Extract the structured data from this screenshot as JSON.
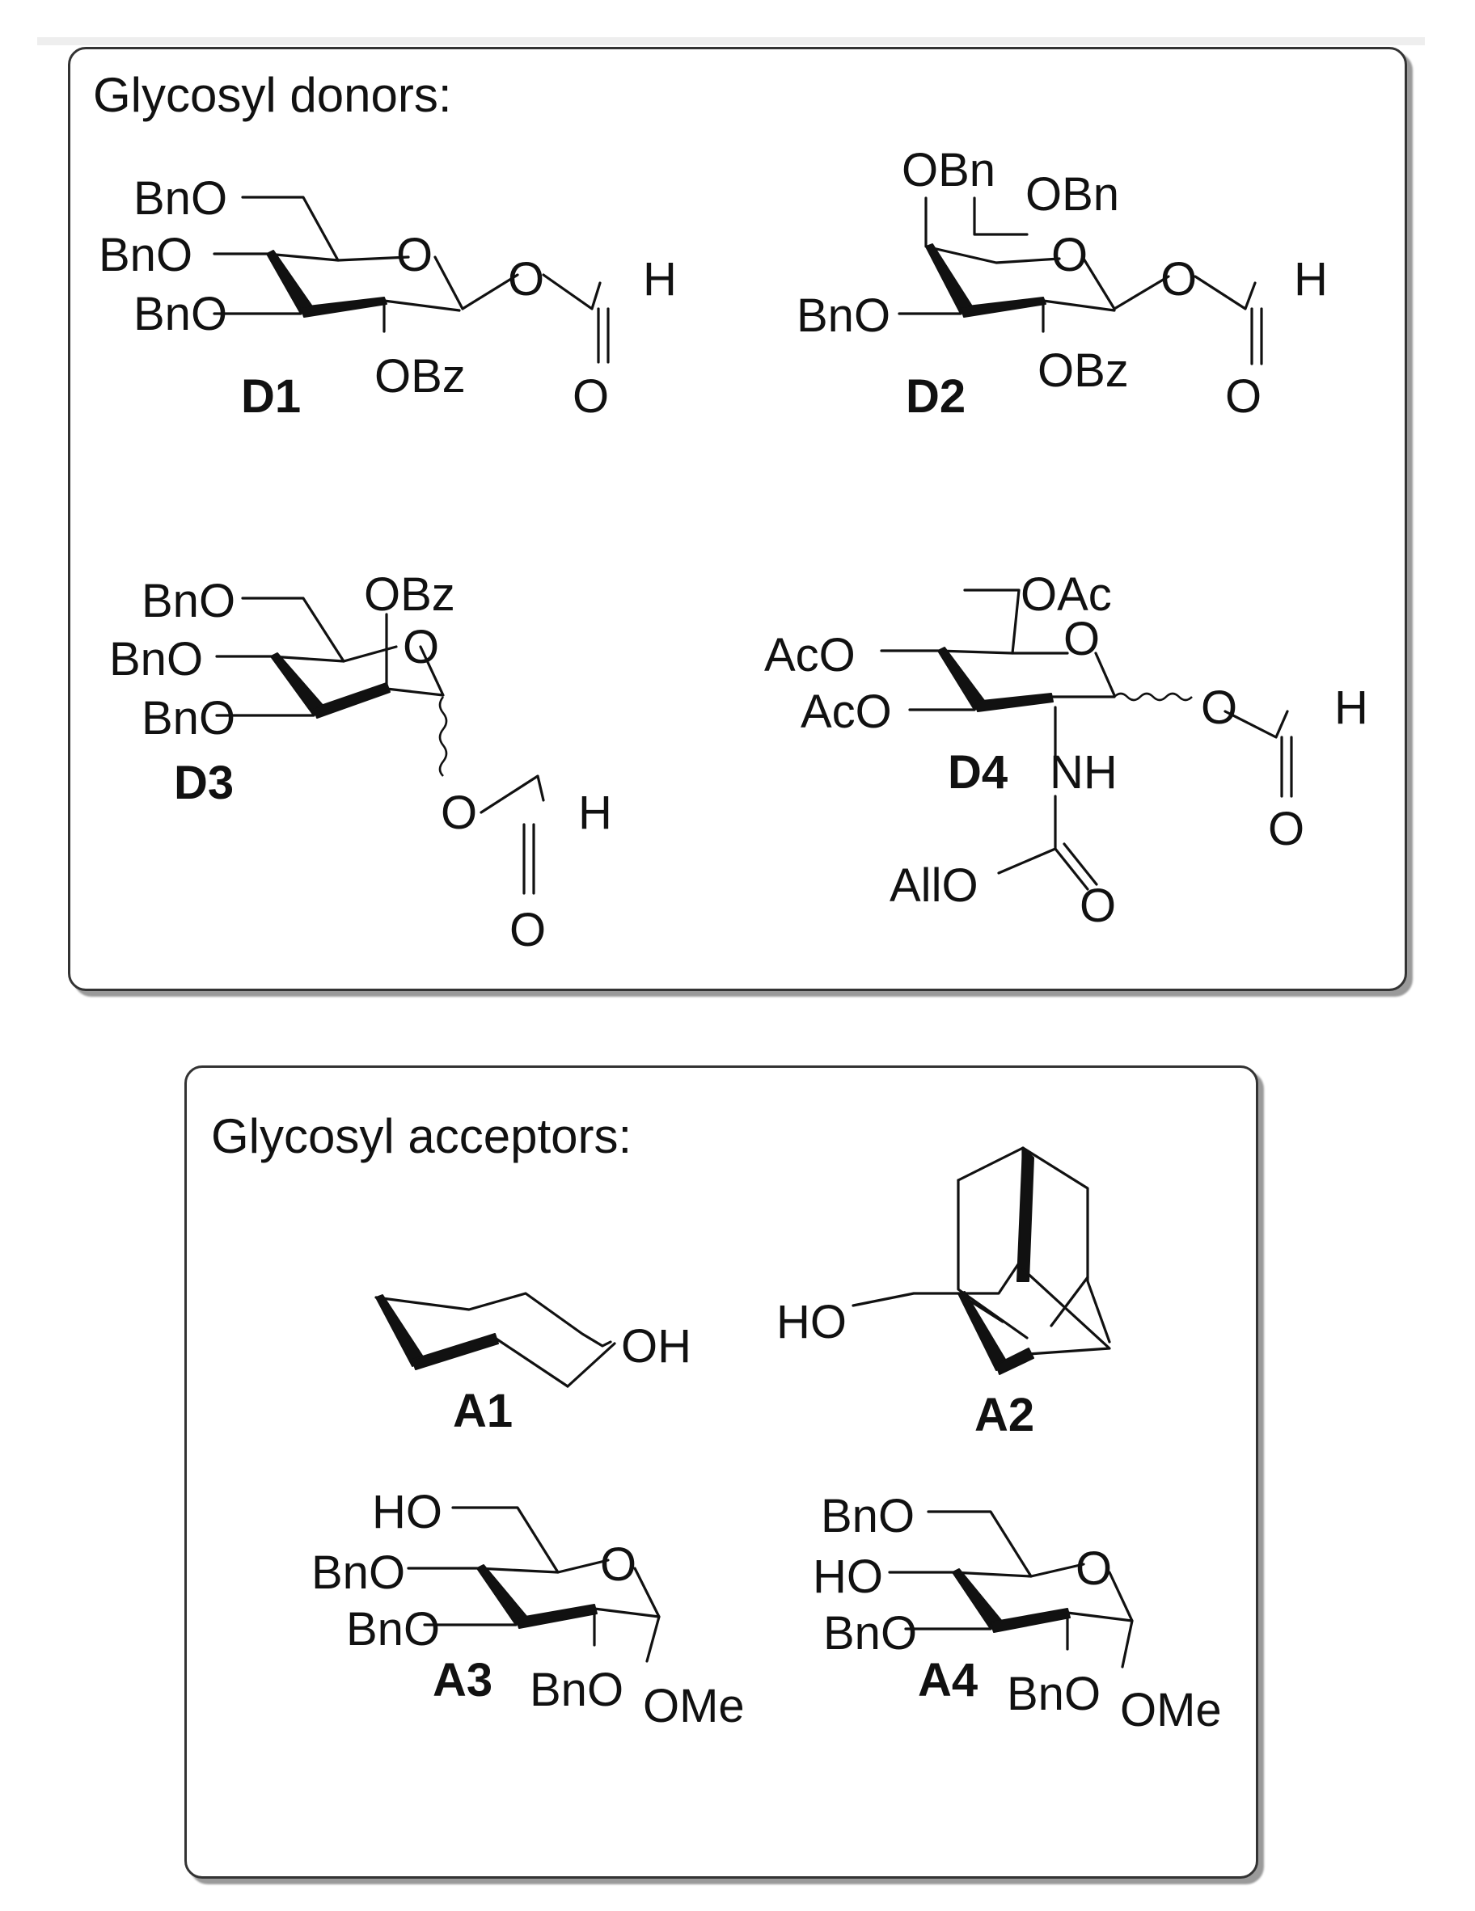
{
  "panels": {
    "donors": {
      "title": "Glycosyl donors:"
    },
    "acceptors": {
      "title": "Glycosyl acceptors:"
    }
  },
  "compounds": {
    "D1": "D1",
    "D2": "D2",
    "D3": "D3",
    "D4": "D4",
    "A1": "A1",
    "A2": "A2",
    "A3": "A3",
    "A4": "A4"
  },
  "atoms": {
    "BnO": "BnO",
    "OBn": "OBn",
    "OBz": "OBz",
    "O": "O",
    "H": "H",
    "AcO": "AcO",
    "OAc": "OAc",
    "NH": "NH",
    "AllO": "AllO",
    "OH": "OH",
    "HO": "HO",
    "OMe": "OMe"
  },
  "colors": {
    "frame": "#333333",
    "shadow": "#9a9a9a",
    "ink": "#111111"
  }
}
